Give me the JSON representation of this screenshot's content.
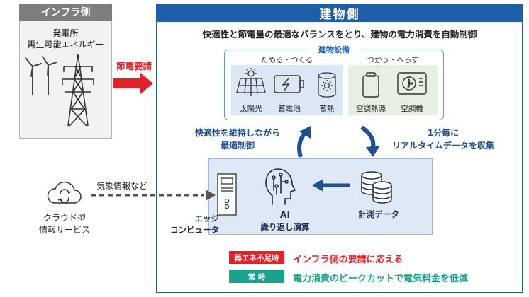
{
  "infra": {
    "header": "インフラ側",
    "line1": "発電所",
    "line2": "再生可能エネルギー",
    "request_label": "節電要請"
  },
  "building": {
    "header": "建物側",
    "description": "快適性と節電量の最適なバランスをとり、建物の電力消費を自動制御",
    "equipment": {
      "title": "建物設備",
      "store_group": "ためる・つくる",
      "use_group": "つかう・へらす",
      "items": [
        {
          "label": "太陽光",
          "icon": "solar-panel-icon"
        },
        {
          "label": "蓄電池",
          "icon": "battery-icon"
        },
        {
          "label": "蓄熱",
          "icon": "thermal-storage-icon"
        },
        {
          "label": "空調熱源",
          "icon": "hvac-heat-source-icon"
        },
        {
          "label": "空調機",
          "icon": "air-conditioner-icon"
        }
      ]
    },
    "loop_left": {
      "line1": "快適性を維持しながら",
      "line2": "最適制御"
    },
    "loop_right": {
      "line1": "1分毎に",
      "line2": "リアルタイムデータを収集"
    },
    "ai": {
      "label": "AI",
      "sub": "繰り返し演算"
    },
    "measure": {
      "label": "計測データ"
    },
    "edge": {
      "line1": "エッジ",
      "line2": "コンピュータ"
    },
    "badges": [
      {
        "tag": "再エネ不足時",
        "text": "インフラ側の要請に応える",
        "color": "#e0232b"
      },
      {
        "tag": "常 時",
        "text": "電力消費のピークカットで電気料金を低減",
        "color": "#1aa38c"
      }
    ]
  },
  "cloud": {
    "line1": "クラウド型",
    "line2": "情報サービス",
    "link_label": "気象情報など"
  },
  "colors": {
    "building_blue": "#1f5fa8",
    "infra_gray": "#7d7d7d",
    "request_red": "#e0232b",
    "loop_blue": "#1f4f8f"
  }
}
